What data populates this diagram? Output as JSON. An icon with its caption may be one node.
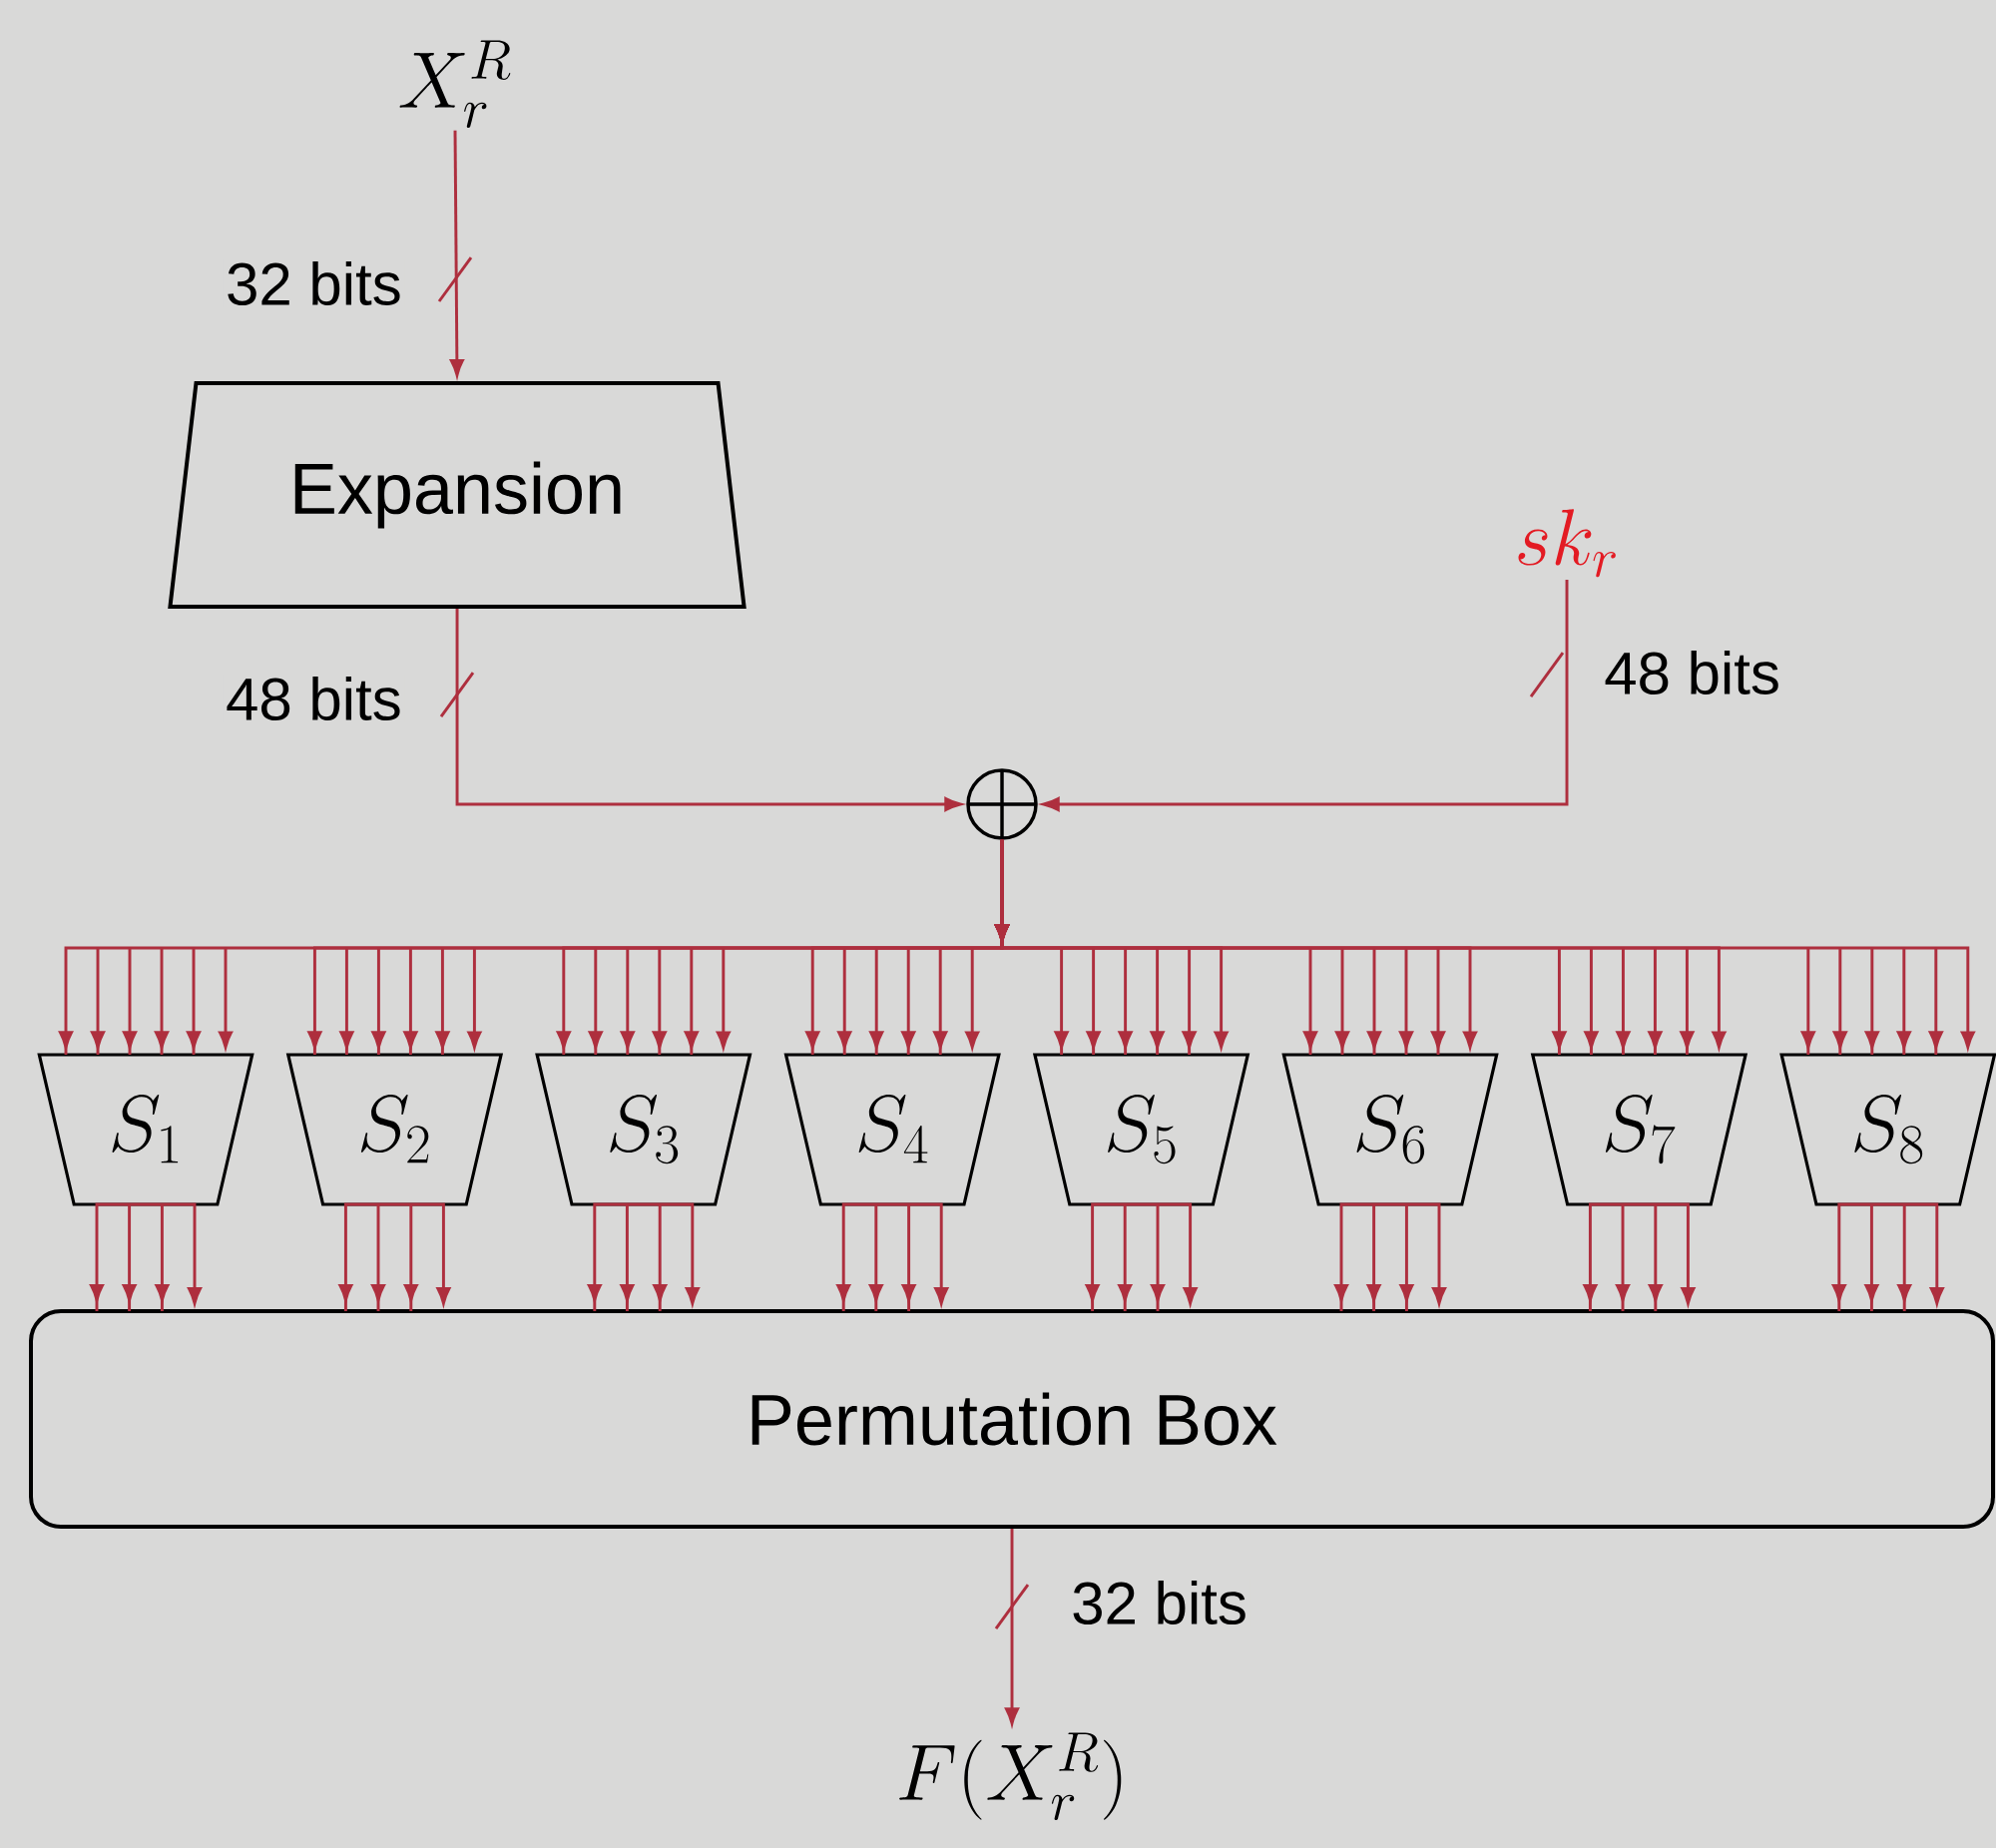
{
  "diagram": {
    "nodes": [
      {
        "text": [
          "X_r^R"
        ]
      },
      {
        "text": [
          "Expansion"
        ]
      },
      {
        "text": [
          "sk_r"
        ]
      },
      {
        "text": [],
        "shape": "circle"
      },
      {
        "text": [
          "S_1"
        ]
      },
      {
        "text": [
          "S_2"
        ]
      },
      {
        "text": [
          "S_3"
        ]
      },
      {
        "text": [
          "S_4"
        ]
      },
      {
        "text": [
          "S_5"
        ]
      },
      {
        "text": [
          "S_6"
        ]
      },
      {
        "text": [
          "S_7"
        ]
      },
      {
        "text": [
          "S_8"
        ]
      },
      {
        "text": [
          "Permutation Box"
        ]
      },
      {
        "text": [
          "F(X_r^R)"
        ]
      }
    ],
    "edges": [
      {
        "from": 0,
        "to": 1,
        "arrow": "to",
        "label": "32 bits"
      },
      {
        "from": 1,
        "to": 3,
        "arrow": "to",
        "label": "48 bits"
      },
      {
        "from": 2,
        "to": 3,
        "arrow": "to",
        "label": "48 bits"
      },
      {
        "from": 3,
        "to": 4,
        "arrow": "to"
      },
      {
        "from": 3,
        "to": 5,
        "arrow": "to"
      },
      {
        "from": 3,
        "to": 6,
        "arrow": "to"
      },
      {
        "from": 3,
        "to": 7,
        "arrow": "to"
      },
      {
        "from": 3,
        "to": 8,
        "arrow": "to"
      },
      {
        "from": 3,
        "to": 9,
        "arrow": "to"
      },
      {
        "from": 3,
        "to": 10,
        "arrow": "to"
      },
      {
        "from": 3,
        "to": 11,
        "arrow": "to"
      },
      {
        "from": 4,
        "to": 12,
        "arrow": "to"
      },
      {
        "from": 5,
        "to": 12,
        "arrow": "to"
      },
      {
        "from": 6,
        "to": 12,
        "arrow": "to"
      },
      {
        "from": 7,
        "to": 12,
        "arrow": "to"
      },
      {
        "from": 8,
        "to": 12,
        "arrow": "to"
      },
      {
        "from": 9,
        "to": 12,
        "arrow": "to"
      },
      {
        "from": 10,
        "to": 12,
        "arrow": "to"
      },
      {
        "from": 11,
        "to": 12,
        "arrow": "to"
      },
      {
        "from": 12,
        "to": 13,
        "arrow": "to",
        "label": "32 bits"
      }
    ]
  }
}
